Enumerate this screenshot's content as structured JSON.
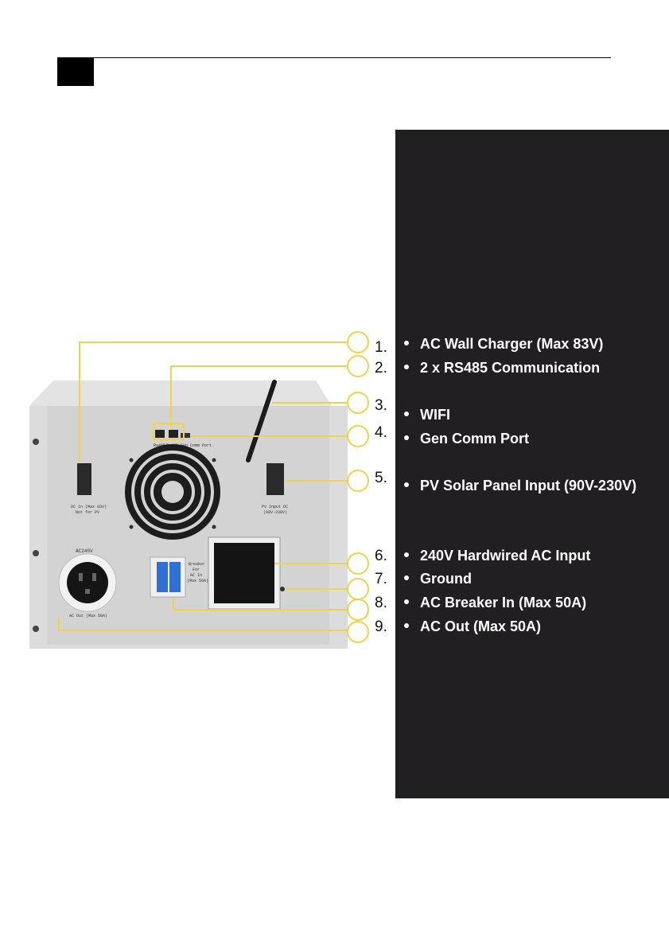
{
  "callouts": [
    {
      "number": "1.",
      "label": "AC Wall Charger (Max 83V)"
    },
    {
      "number": "2.",
      "label": "2 x RS485 Communication"
    },
    {
      "number": "3.",
      "label": "WIFI"
    },
    {
      "number": "4.",
      "label": "Gen Comm Port"
    },
    {
      "number": "5.",
      "label": "PV Solar Panel Input (90V-230V)"
    },
    {
      "number": "6.",
      "label": "240V Hardwired AC Input"
    },
    {
      "number": "7.",
      "label": "Ground"
    },
    {
      "number": "8.",
      "label": "AC Breaker In (Max 50A)"
    },
    {
      "number": "9.",
      "label": "AC Out (Max 50A)"
    }
  ],
  "photo_labels": {
    "rs485_1": "Rs485",
    "rs485_2": "Rs485 Gen Comm Port",
    "dc_in": "DC in (Max 83V)",
    "dc_in_note": "Not for PV",
    "pv_input": "PV Input DC",
    "pv_range": "(90V-230V)",
    "ac_top": "AC240V",
    "ac_out": "AC Out (Max 50A)",
    "breaker_1": "Breaker",
    "breaker_2": "For",
    "breaker_3": "AC In",
    "breaker_4": "(Max 50A)"
  },
  "colors": {
    "accent_yellow": "#f1d24a",
    "panel_dark": "#211f21"
  }
}
